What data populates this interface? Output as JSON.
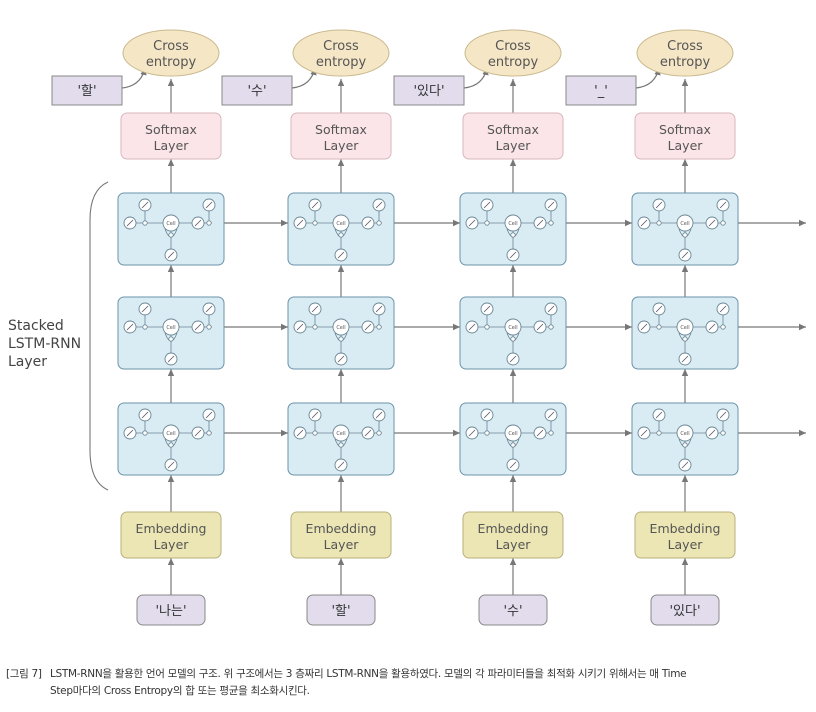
{
  "diagram": {
    "cross_entropy": [
      "Cross",
      "entropy"
    ],
    "softmax_layer": [
      "Softmax",
      "Layer"
    ],
    "embedding_layer": [
      "Embedding",
      "Layer"
    ],
    "cell_label": "Cell",
    "stacked_label": [
      "Stacked",
      "LSTM-RNN",
      "Layer"
    ],
    "num_lstm_layers": 3,
    "num_timesteps": 4,
    "target_tokens": [
      "'할'",
      "'수'",
      "'있다'",
      "'_'"
    ],
    "input_tokens": [
      "'나는'",
      "'할'",
      "'수'",
      "'있다'"
    ],
    "colors": {
      "cross_entropy_fill": "#f5e6c6",
      "cross_entropy_stroke": "#c9b98e",
      "softmax_fill": "#fbe5e8",
      "softmax_stroke": "#d8b7bc",
      "lstm_fill": "#d9ecf4",
      "lstm_stroke": "#6a93a8",
      "embedding_fill": "#ece6b4",
      "embedding_stroke": "#b8b07c",
      "token_fill": "#e2dced",
      "token_stroke": "#888888",
      "arrow": "#777777"
    }
  },
  "caption": {
    "label": "[그림 7]",
    "line1": "LSTM-RNN을 활용한 언어 모델의 구조. 위 구조에서는 3 층짜리 LSTM-RNN을 활용하였다. 모델의 각 파라미터들을 최적화 시키기 위해서는 매 Time",
    "line2": "Step마다의 Cross Entropy의 합 또는 평균을 최소화시킨다."
  }
}
